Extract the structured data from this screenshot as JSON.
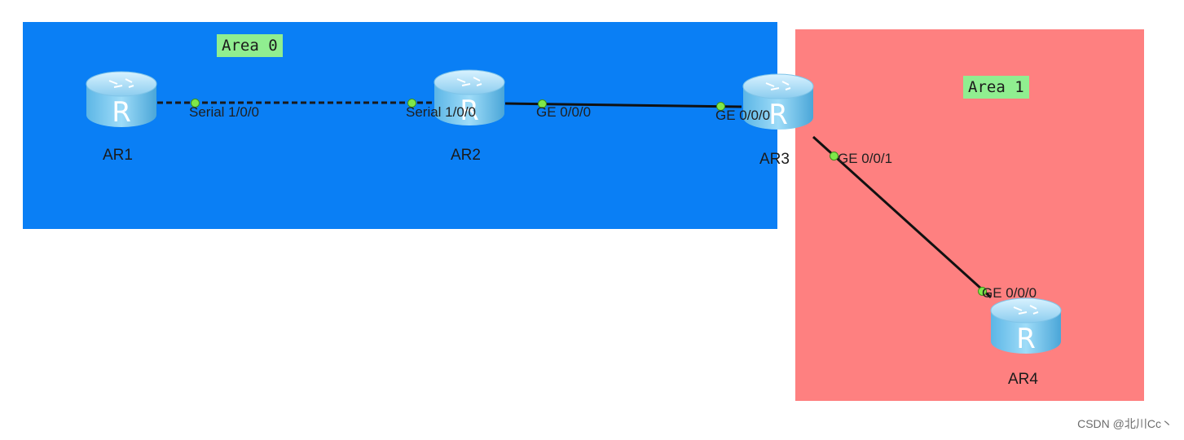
{
  "areas": {
    "area0": {
      "label": "Area 0",
      "color": "#0a7ff5"
    },
    "area1": {
      "label": "Area 1",
      "color": "#fe8080"
    }
  },
  "routers": [
    {
      "id": "ar1",
      "name": "AR1",
      "icon": "router-icon"
    },
    {
      "id": "ar2",
      "name": "AR2",
      "icon": "router-icon"
    },
    {
      "id": "ar3",
      "name": "AR3",
      "icon": "router-icon"
    },
    {
      "id": "ar4",
      "name": "AR4",
      "icon": "router-icon"
    }
  ],
  "ports": {
    "ar1_serial": "Serial 1/0/0",
    "ar2_serial": "Serial 1/0/0",
    "ar2_ge": "GE 0/0/0",
    "ar3_ge0": "GE 0/0/0",
    "ar3_ge1": "GE 0/0/1",
    "ar4_ge": "GE 0/0/0"
  },
  "links": [
    {
      "from": "AR1",
      "to": "AR2",
      "type": "serial",
      "style": "dashed"
    },
    {
      "from": "AR2",
      "to": "AR3",
      "type": "ethernet",
      "style": "solid"
    },
    {
      "from": "AR3",
      "to": "AR4",
      "type": "ethernet",
      "style": "solid"
    }
  ],
  "watermark": "CSDN @北川Cc丶"
}
